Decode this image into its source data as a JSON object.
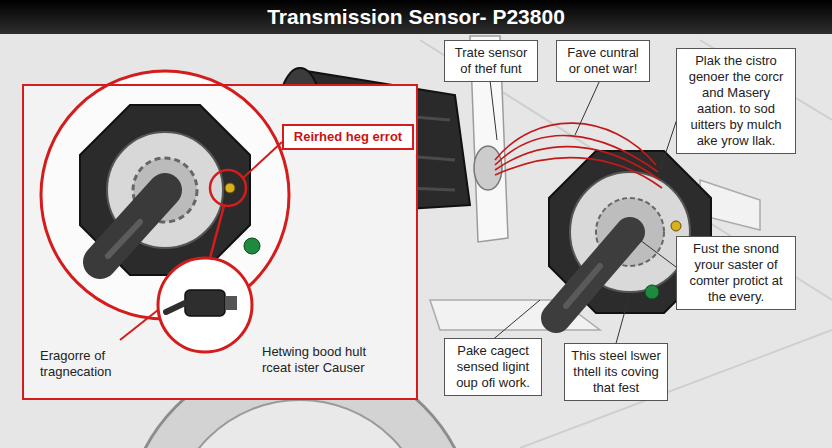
{
  "diagram": {
    "title": "Transmission Sensor- P23800",
    "nodes": [
      {
        "text": [
          "Eragorre of tragnecation",
          "Hetwing bood hult rceat ister Causer"
        ]
      },
      {
        "text": [
          "Reirhed heg errot"
        ],
        "in": 0
      },
      {
        "text": [
          "Trate sensor of thef funt"
        ]
      },
      {
        "text": [
          "Fave cuntral or onet war!"
        ]
      },
      {
        "text": [
          "Plak the cistro genoer the corcr and Masery aation. to sod uitters by mulch ake yrow llak."
        ]
      },
      {
        "text": [
          "Fust the snond yrour saster of comter protict at the every."
        ]
      },
      {
        "text": [
          "Pake cagect sensed ligint oup ofi work."
        ]
      },
      {
        "text": [
          "This steel lswer thtell its coving that fest"
        ]
      }
    ]
  }
}
